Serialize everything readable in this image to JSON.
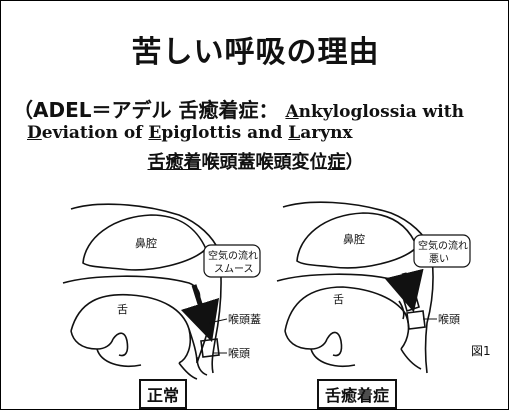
{
  "title": "苦しい呼吸の理由",
  "subtitle": {
    "paren_open": "（",
    "adel": "ADEL＝アデル",
    "jp_name": "舌癒着症",
    "colon": "：",
    "en_A": "A",
    "en_rest1": "nkyloglossia with",
    "en_D": "D",
    "en_rest2": "eviation of",
    "en_E": "E",
    "en_rest3": "piglottis and",
    "en_L": "L",
    "en_rest4": "arynx"
  },
  "jp_term": {
    "part1": "舌癒着",
    "part2": "喉頭蓋喉頭変位",
    "part3": "症",
    "paren_close": "）"
  },
  "diagram_left": {
    "nasal_cavity": "鼻腔",
    "tongue": "舌",
    "airflow_line1": "空気の流れ",
    "airflow_line2": "スムース",
    "epiglottis": "喉頭蓋",
    "larynx": "喉頭",
    "caption": "正常"
  },
  "diagram_right": {
    "nasal_cavity": "鼻腔",
    "tongue": "舌",
    "airflow_line1": "空気の流れ",
    "airflow_line2": "悪い",
    "larynx": "喉頭",
    "caption": "舌癒着症"
  },
  "figure_label": "図1"
}
